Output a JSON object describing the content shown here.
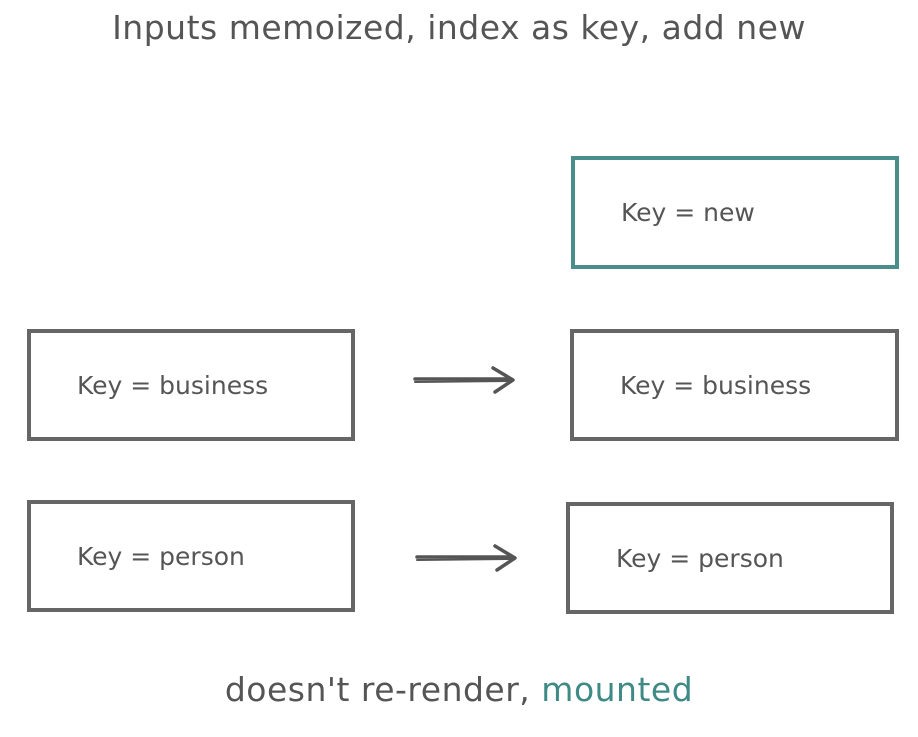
{
  "title": "Inputs memoized, index as key, add new",
  "before": [
    {
      "label": "Key = business"
    },
    {
      "label": "Key = person"
    }
  ],
  "after": [
    {
      "label": "Key = new"
    },
    {
      "label": "Key = business"
    },
    {
      "label": "Key = person"
    }
  ],
  "caption": {
    "text": "doesn't re-render, ",
    "accent": "mounted"
  },
  "colors": {
    "box_border": "#666666",
    "new_border": "#4a8e8b",
    "accent_text": "#3f8a86",
    "text": "#555555"
  }
}
